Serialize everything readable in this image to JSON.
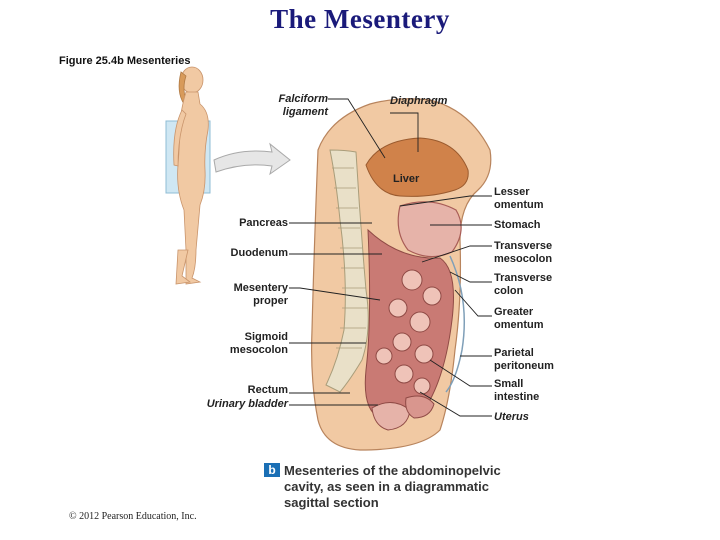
{
  "title": "The Mesentery",
  "figure_caption": "Figure 25.4b Mesenteries",
  "labels": {
    "falciform_line1": "Falciform",
    "falciform_line2": "ligament",
    "diaphragm": "Diaphragm",
    "liver": "Liver",
    "lesser_omentum_line1": "Lesser",
    "lesser_omentum_line2": "omentum",
    "stomach": "Stomach",
    "transverse_mesocolon_line1": "Transverse",
    "transverse_mesocolon_line2": "mesocolon",
    "transverse_colon_line1": "Transverse",
    "transverse_colon_line2": "colon",
    "greater_omentum_line1": "Greater",
    "greater_omentum_line2": "omentum",
    "parietal_peritoneum_line1": "Parietal",
    "parietal_peritoneum_line2": "peritoneum",
    "small_intestine_line1": "Small",
    "small_intestine_line2": "intestine",
    "uterus": "Uterus",
    "pancreas": "Pancreas",
    "duodenum": "Duodenum",
    "mesentery_proper_line1": "Mesentery",
    "mesentery_proper_line2": "proper",
    "sigmoid_mesocolon_line1": "Sigmoid",
    "sigmoid_mesocolon_line2": "mesocolon",
    "rectum": "Rectum",
    "urinary_bladder": "Urinary bladder"
  },
  "panel_letter": "b",
  "panel_caption_line1": "Mesenteries of the abdominopelvic",
  "panel_caption_line2": "cavity, as seen in a diagrammatic",
  "panel_caption_line3": "sagittal section",
  "copyright": "© 2012 Pearson Education, Inc.",
  "colors": {
    "title": "#1a1a7a",
    "skin": "#f1c9a3",
    "liver": "#d0824a",
    "organ_wall": "#c97a74",
    "organ_inner": "#e6b3a9",
    "spine": "#e9e0c8",
    "panel_badge": "#1a6fb5",
    "highlight_box": "#cfe7f3"
  }
}
